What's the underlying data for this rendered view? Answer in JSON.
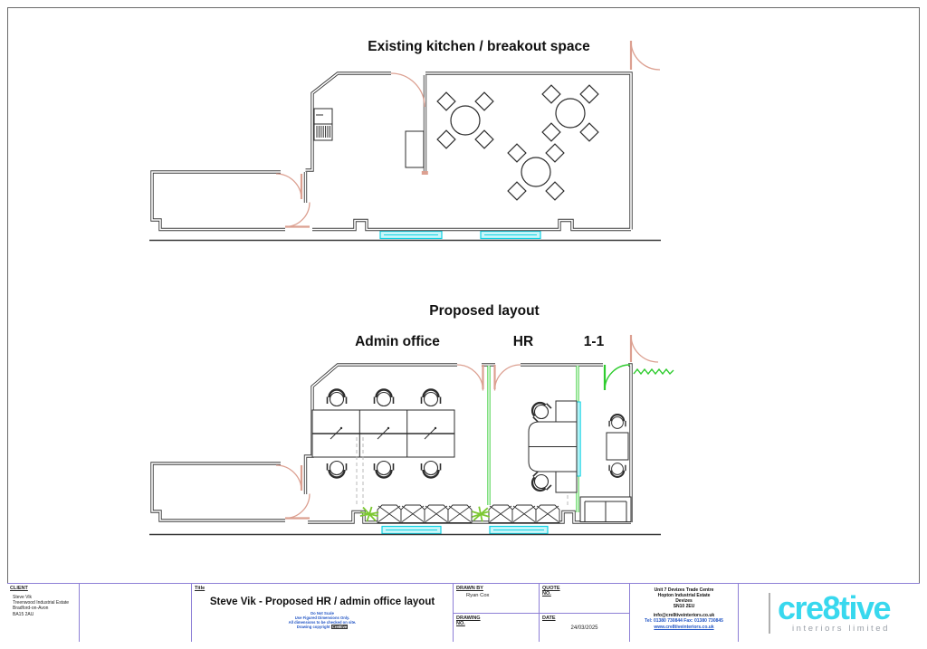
{
  "plans": {
    "existing": {
      "title": "Existing kitchen / breakout space"
    },
    "proposed": {
      "title": "Proposed layout",
      "rooms": [
        {
          "label": "Admin office"
        },
        {
          "label": "HR"
        },
        {
          "label": "1-1"
        }
      ]
    }
  },
  "colors": {
    "wall": "#3a3a3a",
    "door_swing": "#dca091",
    "new_partition_green": "#2ecc2e",
    "window_cyan": "#10d3e4",
    "plant_green": "#7cc832",
    "logo_cyan": "#38d8ee",
    "title_block_lines": "#8d7fd6",
    "blue_text": "#2356c5"
  },
  "title_block": {
    "client": {
      "label": "CLIENT",
      "lines": [
        "Steve Vik",
        "Treenwood Industrial Estate",
        "Bradford-on-Avon",
        "BA15 2AU"
      ]
    },
    "title": {
      "label": "Title",
      "text": "Steve Vik -  Proposed HR / admin office layout",
      "disclaimer": [
        "Do Not Scale",
        "Use Figured Dimensions Only.",
        "All dimensions to be checked on site."
      ],
      "disclaimer4_pre": "Drawing copyright ",
      "disclaimer4_hl": "Cre8tive"
    },
    "drawn_by": {
      "label": "DRAWN BY",
      "value": "Ryan Cox"
    },
    "quote_no": {
      "label": "QUOTE NO.",
      "value": ""
    },
    "drawing_no": {
      "label": "DRAWING NO.",
      "value": ""
    },
    "date": {
      "label": "DATE",
      "value": "24/03/2025"
    },
    "company": {
      "address": [
        "Unit 7 Devizes Trade Centre",
        "Hopton Industrial Estate",
        "Devizes",
        "SN10 2EU"
      ],
      "email": "info@cre8tiveinteriors.co.uk",
      "phone": "Tel: 01380 730844   Fax: 01380 730845",
      "website": "www.cre8tiveinteriors.co.uk"
    },
    "logo": {
      "name": "cre8tive",
      "tagline": "interiors limited"
    }
  }
}
